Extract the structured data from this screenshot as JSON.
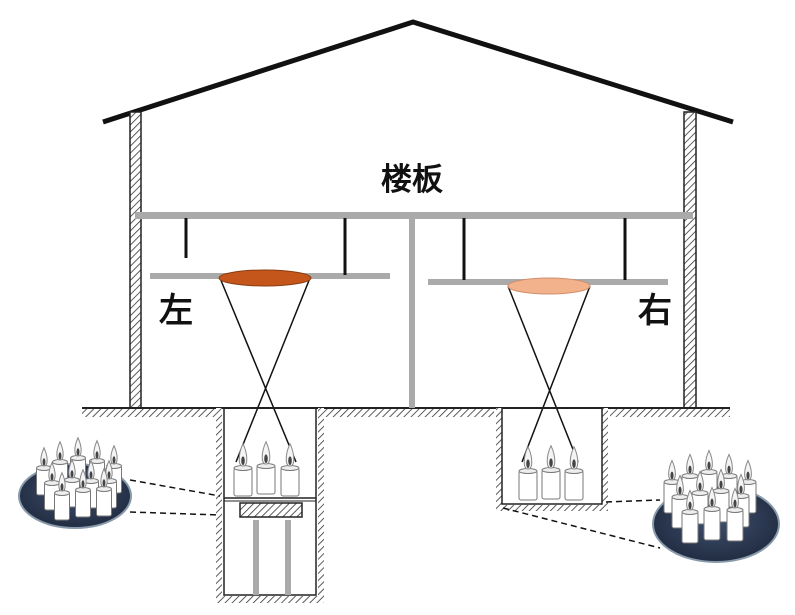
{
  "labels": {
    "floor_slab": "楼板",
    "left": "左",
    "right": "右"
  },
  "colors": {
    "left_lamp": "#c4561c",
    "right_lamp": "#f2b28c",
    "structure": "#aaaaaa",
    "cluster_disc": "#2f3d57"
  }
}
